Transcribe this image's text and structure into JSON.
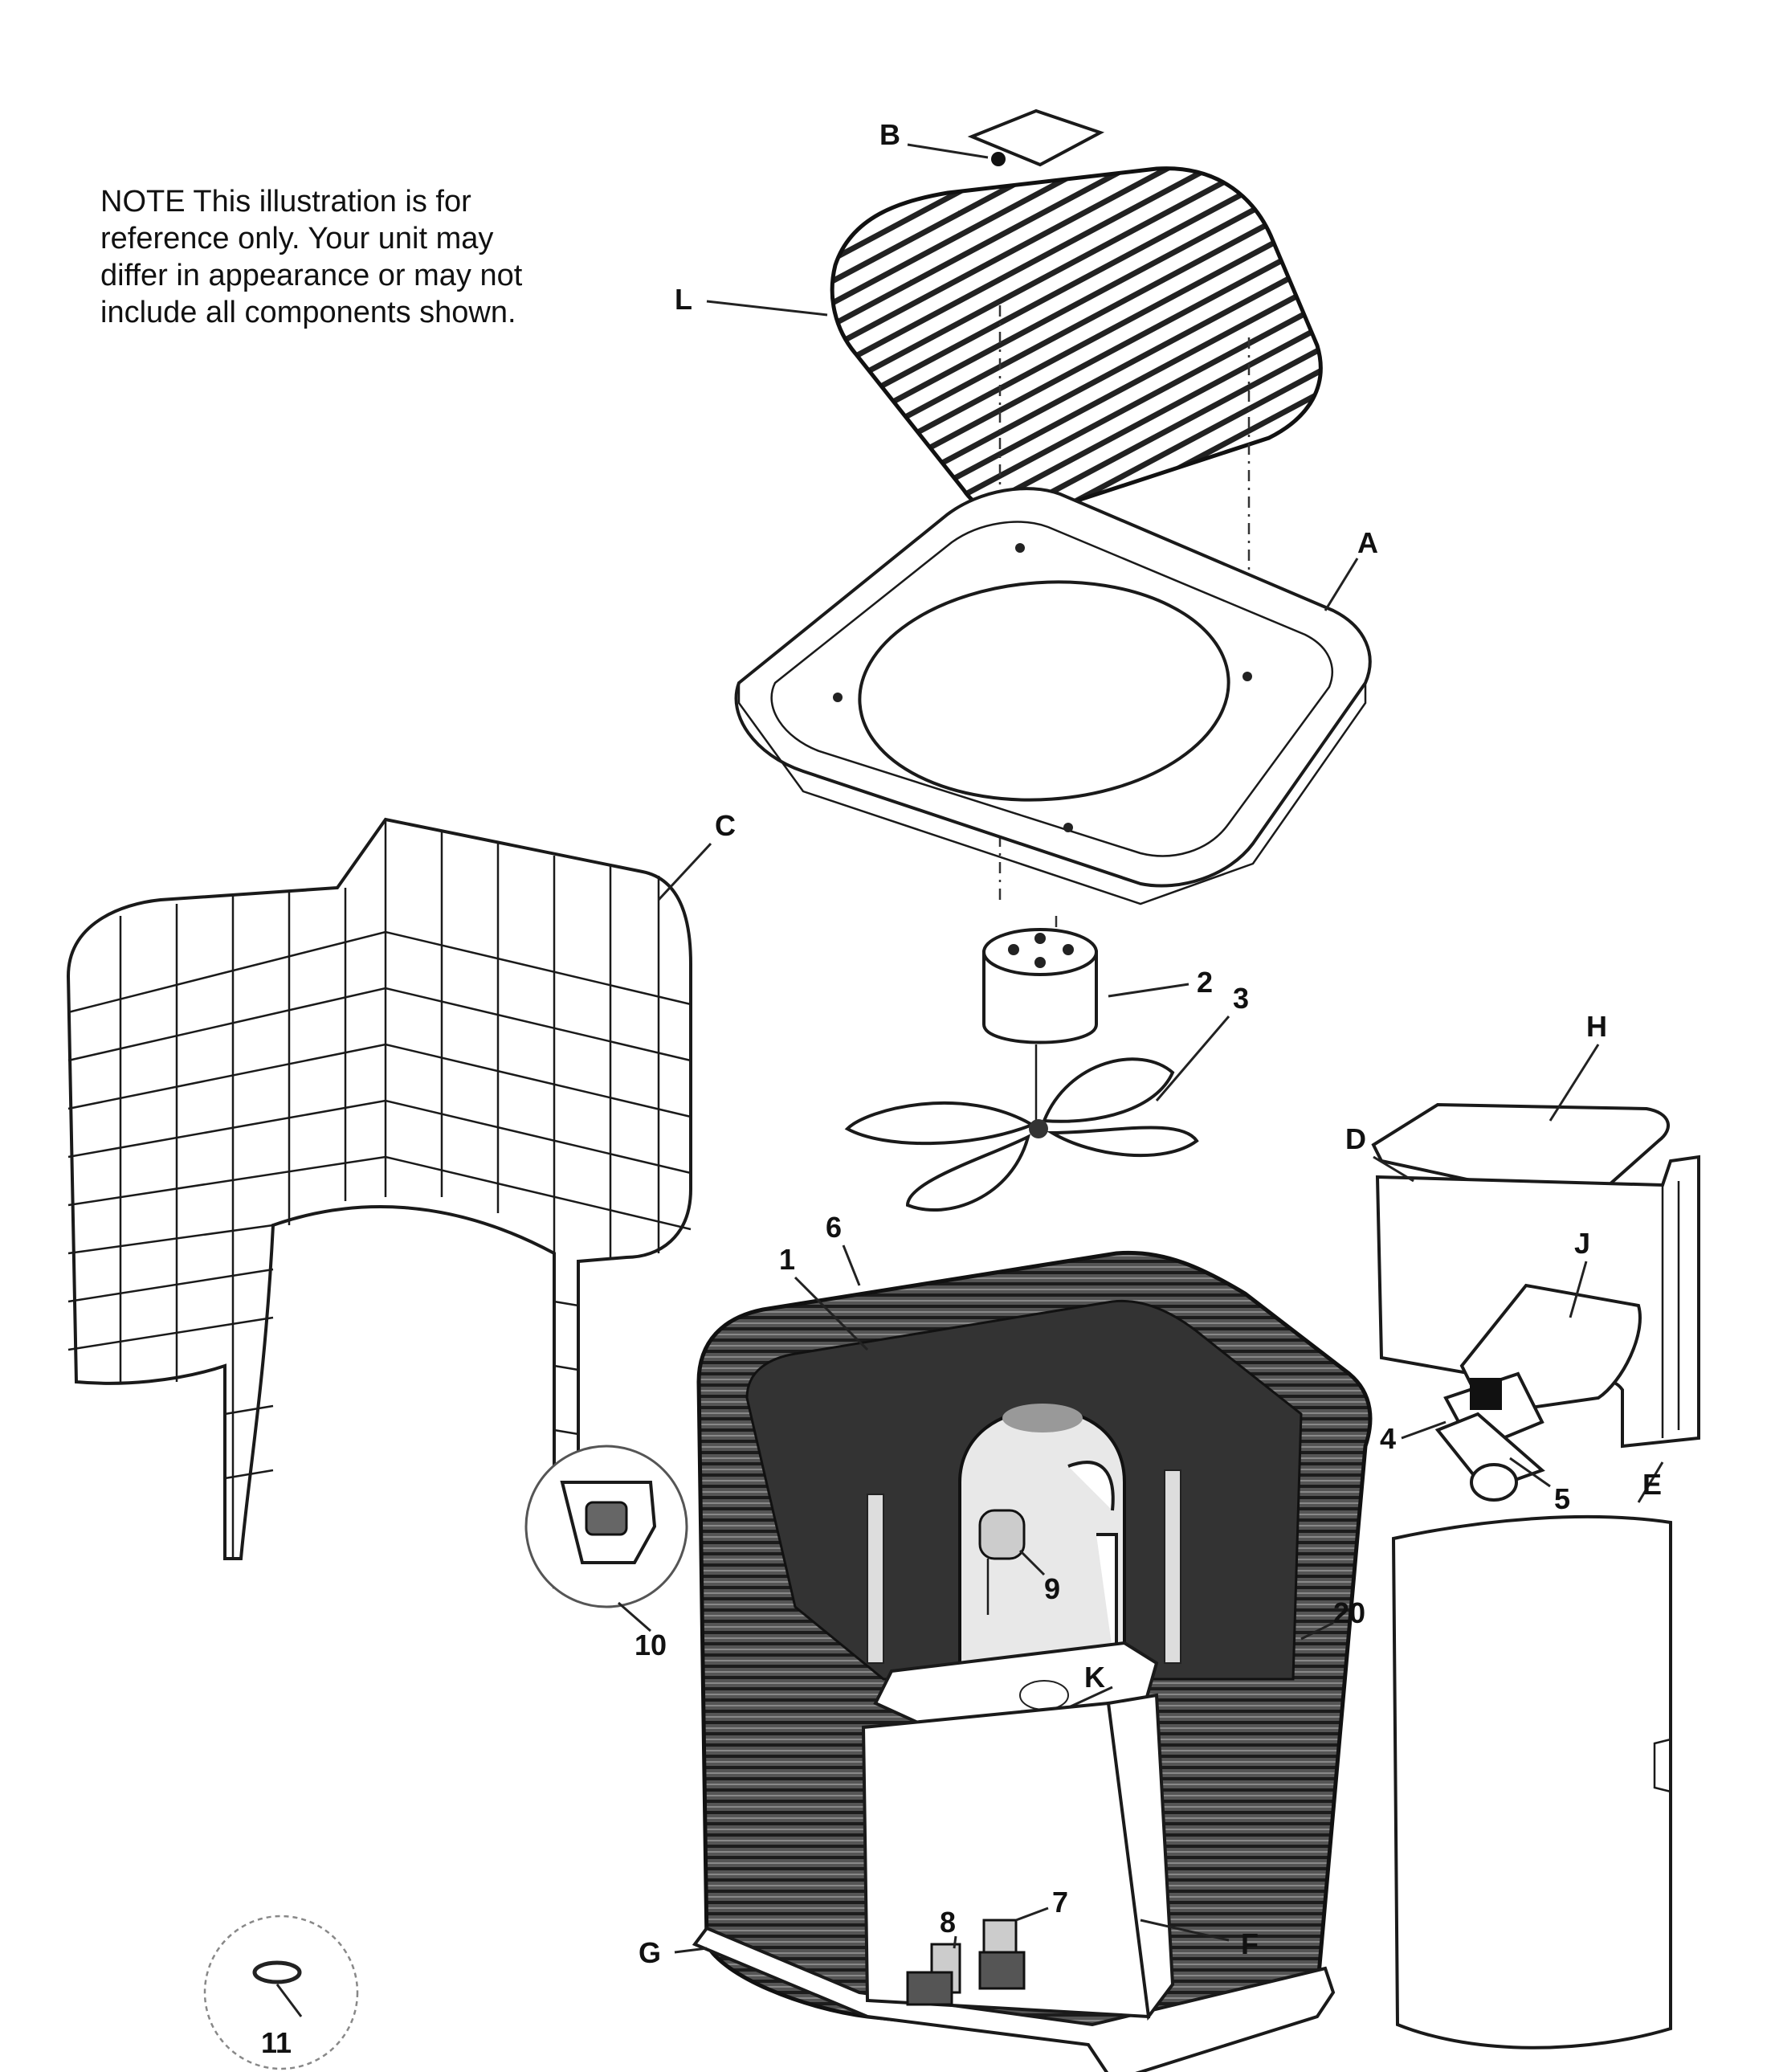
{
  "note": {
    "lines": [
      "NOTE      This illustration is for",
      "reference only.   Your unit may",
      "differ in appearance or may not",
      "include all components shown."
    ]
  },
  "labels": {
    "A": "A",
    "B": "B",
    "C": "C",
    "D": "D",
    "E": "E",
    "F": "F",
    "G": "G",
    "H": "H",
    "J": "J",
    "K": "K",
    "L": "L",
    "n1": "1",
    "n2": "2",
    "n3": "3",
    "n4": "4",
    "n5": "5",
    "n6": "6",
    "n7": "7",
    "n8": "8",
    "n9": "9",
    "n10": "10",
    "n11": "11",
    "n20": "20"
  }
}
